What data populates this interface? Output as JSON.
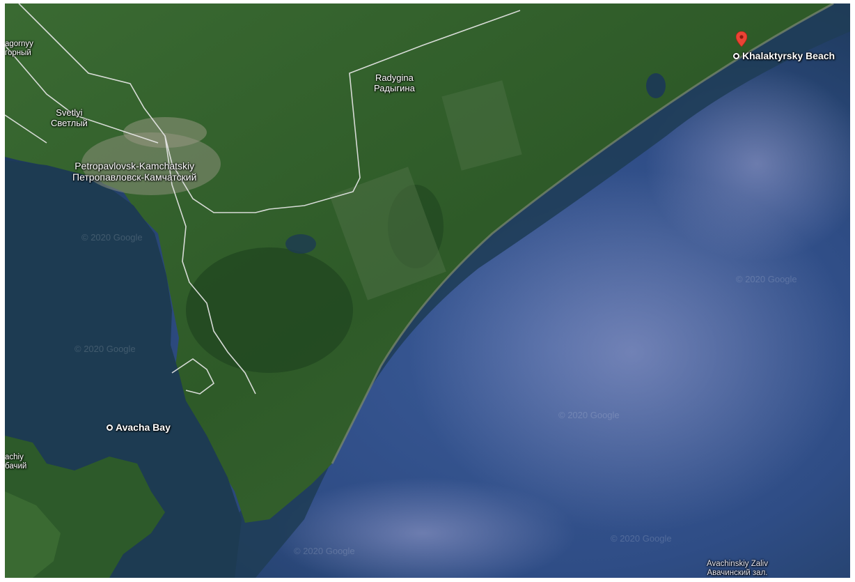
{
  "map": {
    "type": "satellite",
    "watermark": "© 2020 Google"
  },
  "places": {
    "zagorny_en": "agornyy",
    "zagorny_ru": "горный",
    "svetlyi_en": "Svetlyi",
    "svetlyi_ru": "Светлый",
    "petro_en": "Petropavlovsk-Kamchatskiy",
    "petro_ru": "Петропавловск-Камчатский",
    "radygina_en": "Radygina",
    "radygina_ru": "Радыгина",
    "avacha_bay": "Avacha Bay",
    "khalaktyrsky_beach": "Khalaktyrsky Beach",
    "achiy_en": "achiy",
    "achiy_ru": "бачий",
    "zaliv_en": "Avachinskiy Zaliv",
    "zaliv_ru": "Авачинский зал."
  },
  "colors": {
    "ocean_deep": "#2f4d86",
    "ocean_coast": "#1d3b55",
    "land_forest": "#2f5a2a",
    "road": "#e9e9e9",
    "marker": "#ea4335"
  }
}
